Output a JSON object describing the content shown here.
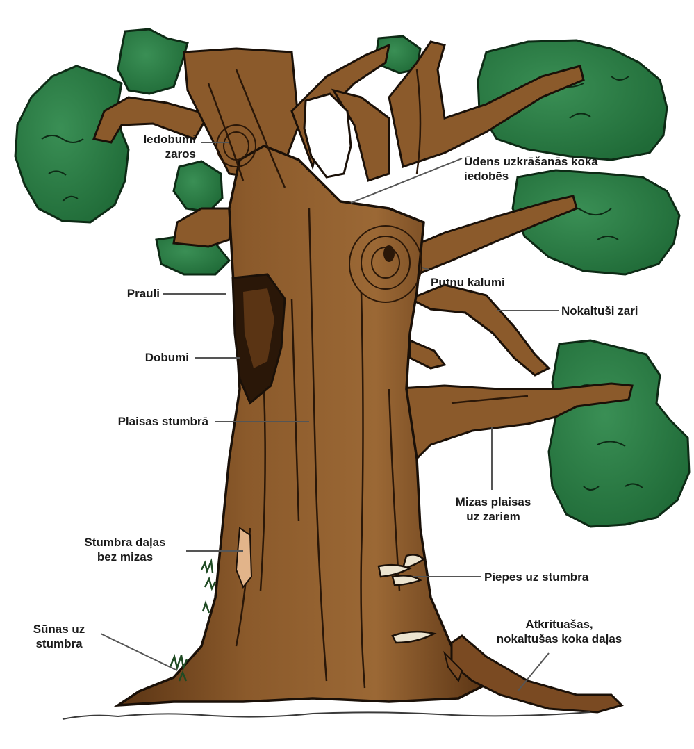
{
  "labels": {
    "iedobumi_zaros": "Iedobumi\nzaros",
    "udens": "Ūdens uzkrāšanās koka\niedobēs",
    "prauli": "Prauli",
    "putnu_kalumi": "Putnu kalumi",
    "nokaltusi_zari": "Nokaltuši zari",
    "dobumi": "Dobumi",
    "plaisas_stumbra": "Plaisas stumbrā",
    "mizas_plaisas": "Mizas plaisas\nuz zariem",
    "stumbra_dalas": "Stumbra daļas\nbez mizas",
    "piepes": "Piepes uz stumbra",
    "sunas": "Sūnas uz\nstumbra",
    "atkrituasas": "Atkrituašas,\nnokaltušas koka daļas"
  },
  "colors": {
    "trunk": "#8b5a2b",
    "trunk_dark": "#5a3414",
    "outline": "#1a1008",
    "leaves": "#2f7d46",
    "leaves_dark": "#1b5a2e",
    "fungus": "#e8e0cc",
    "leader_line": "#555555"
  }
}
